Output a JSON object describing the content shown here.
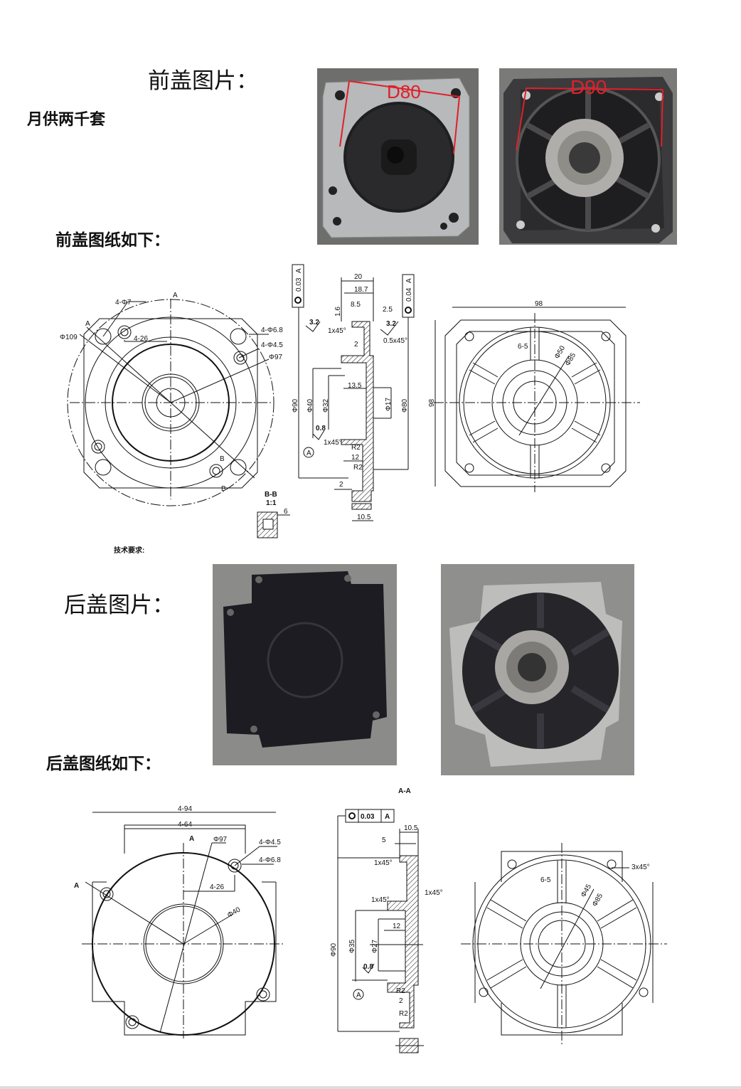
{
  "headings": {
    "front_photos": "前盖图片：",
    "supply": "月供两千套",
    "front_drawings": "前盖图纸如下：",
    "rear_photos": "后盖图片：",
    "rear_drawings": "后盖图纸如下："
  },
  "photos": {
    "front_outer_label": "D80",
    "front_inner_label": "D90",
    "label_color": "#e0202a"
  },
  "front_drawing": {
    "front_view": {
      "holes_a": "4-Φ7",
      "dia_109": "Φ109",
      "pitch": "4-26",
      "holes_b": "4-Φ6.8",
      "holes_c": "4-Φ4.5",
      "dia_97": "Φ97",
      "sec_a1": "A",
      "sec_a2": "A",
      "sec_b1": "B",
      "sec_b2": "B"
    },
    "detail_bb": {
      "title": "B-B",
      "scale": "1:1",
      "dim": "6"
    },
    "tech_req": "技术要求:",
    "section": {
      "w20": "20",
      "w187": "18.7",
      "d85": "8.5",
      "d25": "2.5",
      "r32a": "3.2",
      "r32b": "3.2",
      "tol1": "0.03",
      "tol2": "0.04",
      "datum1": "A",
      "datum2": "A",
      "ch1": "1x45°",
      "ch2": "0.5x45°",
      "d2": "2",
      "d135": "13.5",
      "p32": "Φ32",
      "p17": "Φ17",
      "p90": "Φ90",
      "p40": "Φ40",
      "p80": "Φ80",
      "r08": "0.8",
      "ch3": "1x45°",
      "datumA": "A",
      "rad1": "R2",
      "d12": "12",
      "rad2": "R2",
      "d2b": "2",
      "d105": "10.5",
      "ra": "1.6"
    },
    "back_view": {
      "w98": "98",
      "h98": "98",
      "ribs": "6-5",
      "p50": "Φ50",
      "p85": "Φ85"
    }
  },
  "rear_drawing": {
    "front_view": {
      "w94": "4-94",
      "w64": "4-64",
      "sec_a1": "A",
      "dia_97": "Φ97",
      "holes_c": "4-Φ4.5",
      "holes_b": "4-Φ6.8",
      "pitch": "4-26",
      "p40": "Φ40",
      "sec_a2": "A"
    },
    "section": {
      "title": "A-A",
      "tol": "0.03",
      "datum1": "A",
      "d105": "10.5",
      "d5": "5",
      "ch1": "1x45°",
      "ch2": "1x45°",
      "ch3": "1x45°",
      "d12": "12",
      "p27": "Φ27",
      "p90": "Φ90",
      "p35": "Φ35",
      "r08": "0.8",
      "datumA": "A",
      "rad1": "R2",
      "d2": "2",
      "rad2": "R2"
    },
    "back_view": {
      "ribs": "6-5",
      "p45": "Φ45",
      "p85": "Φ85",
      "ch": "3x45°"
    }
  }
}
